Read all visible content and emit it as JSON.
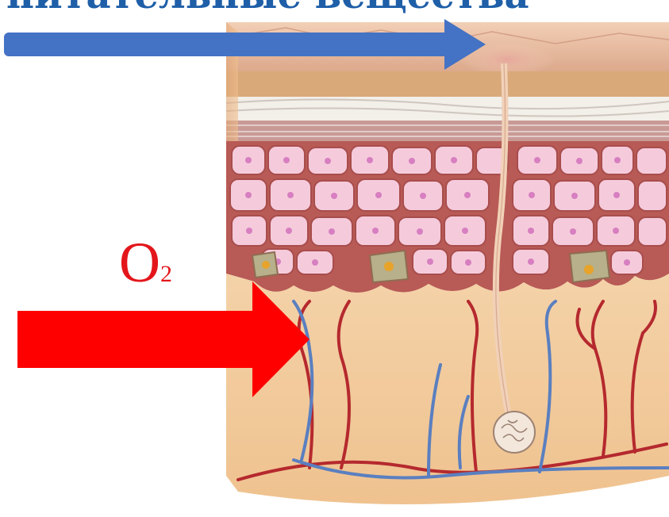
{
  "labels": {
    "nutrients": "питательные вещества",
    "oxygen_letter": "O",
    "oxygen_subscript": "2"
  },
  "colors": {
    "nutrients_arrow": "#4472c4",
    "oxygen_arrow": "#ff0000",
    "oxygen_text": "#e3161b",
    "artery": "#b5292e",
    "vein": "#5a7fc0",
    "skin_surface": "#e8b89a",
    "dermis": "#f1c99a",
    "cells": "#f3c7d8"
  },
  "icons": {
    "nutrients_arrow": "arrow-right-icon",
    "oxygen_arrow": "arrow-right-icon"
  }
}
